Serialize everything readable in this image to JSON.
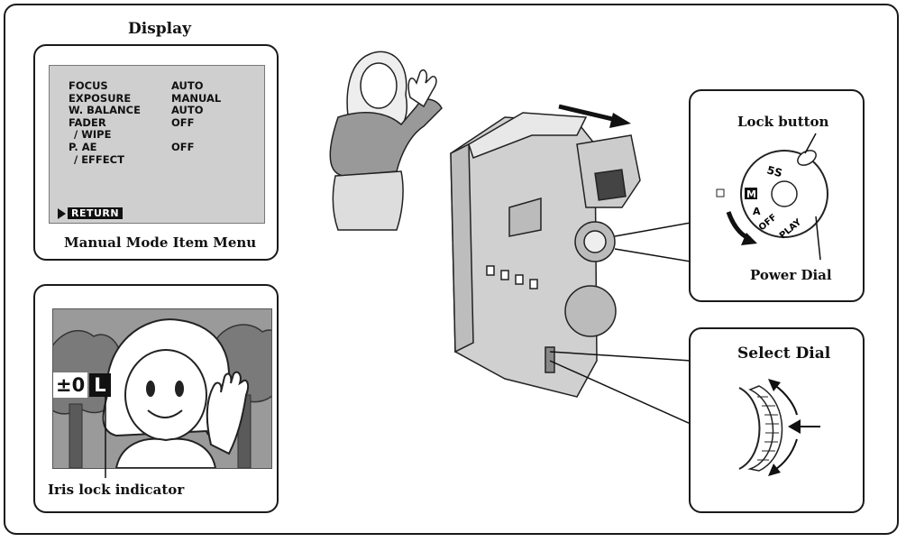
{
  "display_panel": {
    "title": "Display",
    "menu": [
      {
        "item": "FOCUS",
        "value": "AUTO"
      },
      {
        "item": "EXPOSURE",
        "value": "MANUAL"
      },
      {
        "item": "W. BALANCE",
        "value": "AUTO"
      },
      {
        "item": "FADER",
        "value": "OFF"
      },
      {
        "item": "/ WIPE",
        "value": ""
      },
      {
        "item": "P. AE",
        "value": "OFF"
      },
      {
        "item": "/ EFFECT",
        "value": ""
      }
    ],
    "return_label": "RETURN",
    "caption": "Manual Mode Item Menu"
  },
  "iris_panel": {
    "exposure_value": "±0",
    "lock_symbol": "L",
    "caption": "Iris lock indicator"
  },
  "power_dial_panel": {
    "lock_button_label": "Lock button",
    "power_dial_label": "Power Dial",
    "dial_marks": [
      "5S",
      "M",
      "A",
      "OFF",
      "PLAY"
    ]
  },
  "select_dial_panel": {
    "title": "Select Dial"
  }
}
